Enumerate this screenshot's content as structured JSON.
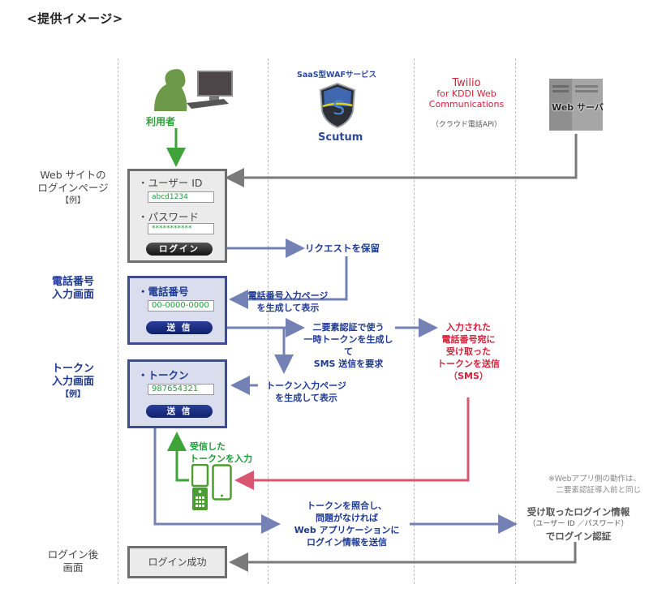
{
  "title": "<提供イメージ>",
  "actors": {
    "user": "利用者",
    "waf_caption": "SaaS型WAFサービス",
    "waf_name": "Scutum",
    "twilio_line1": "Twilio",
    "twilio_line2": "for KDDI Web",
    "twilio_line3": "Communications",
    "twilio_sub": "（クラウド電話API）",
    "webserver": "Web サーバ"
  },
  "row_labels": {
    "login_l1": "Web サイトの",
    "login_l2": "ログインページ",
    "login_ex": "【例】",
    "phone_l1": "電話番号",
    "phone_l2": "入力画面",
    "token_l1": "トークン",
    "token_l2": "入力画面",
    "token_ex": "【例】",
    "after_l1": "ログイン後",
    "after_l2": "画面"
  },
  "login_form": {
    "user_label": "・ユーザー ID",
    "user_value": "abcd1234",
    "pass_label": "・パスワード",
    "pass_value": "***********",
    "button": "ログイン"
  },
  "phone_form": {
    "label": "・電話番号",
    "value": "00-0000-0000",
    "button": "送 信"
  },
  "token_form": {
    "label": "・トークン",
    "value": "987654321",
    "button": "送 信"
  },
  "success_box": "ログイン成功",
  "notes": {
    "hold": "リクエストを保留",
    "phone_page_l1": "電話番号入力ページ",
    "phone_page_l2": "を生成して表示",
    "twofa_l1": "二要素認証で使う",
    "twofa_l2": "一時トークンを生成して",
    "twofa_l3": "SMS 送信を要求",
    "token_page_l1": "トークン入力ページ",
    "token_page_l2": "を生成して表示",
    "sms_l1": "入力された",
    "sms_l2": "電話番号宛に",
    "sms_l3": "受け取った",
    "sms_l4": "トークンを送信",
    "sms_l5": "（SMS）",
    "input_l1": "受信した",
    "input_l2": "トークンを入力",
    "verify_l1": "トークンを照合し、",
    "verify_l2": "問題がなければ",
    "verify_l3": "Web アプリケーションに",
    "verify_l4": "ログイン情報を送信",
    "webapp_l1": "※Webアプリ側の動作は、",
    "webapp_l2": "二要素認証導入前と同じ",
    "auth_l1": "受け取ったログイン情報",
    "auth_l2": "（ユーザー ID ／パスワード）",
    "auth_l3": "でログイン認証"
  },
  "colors": {
    "blue_arrow": "#7381b5",
    "grey_arrow": "#7a7a7a",
    "green_arrow": "#3fa33a",
    "red_arrow": "#d8566f",
    "navy_text": "#1f3a93",
    "red_text": "#d6213a",
    "green_text": "#1f9a3b"
  }
}
